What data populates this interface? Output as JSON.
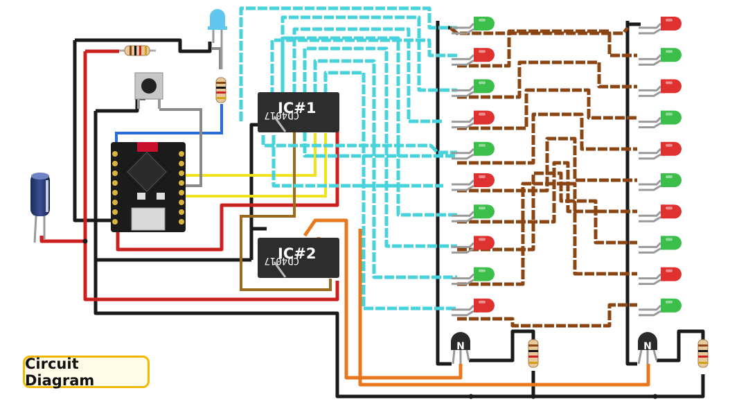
{
  "caption": "Circuit Diagram",
  "ic1": {
    "label": "IC#1",
    "part": "CD4017"
  },
  "ic2": {
    "label": "IC#2",
    "part": "CD4017"
  },
  "transistors": [
    {
      "label": "N"
    },
    {
      "label": "N"
    }
  ],
  "colors": {
    "wire_black": "#1a1a1a",
    "wire_red": "#cc1f1f",
    "wire_cyan": "#46d3dc",
    "wire_brown": "#8b4513",
    "wire_yellow": "#f2e21b",
    "wire_blue": "#2a6dd6",
    "wire_gray": "#8a8a8a",
    "wire_orange": "#e8781e",
    "wire_olive": "#9a6b1c",
    "led_red": "#e03131",
    "led_green": "#3cbf4a",
    "led_blue": "#5fc7ee",
    "caption_border": "#f5b800"
  },
  "left_leds": [
    "green",
    "red",
    "green",
    "red",
    "green",
    "red",
    "green",
    "red",
    "green",
    "red"
  ],
  "right_leds": [
    "red",
    "green",
    "red",
    "green",
    "red",
    "green",
    "red",
    "green",
    "red",
    "green"
  ]
}
